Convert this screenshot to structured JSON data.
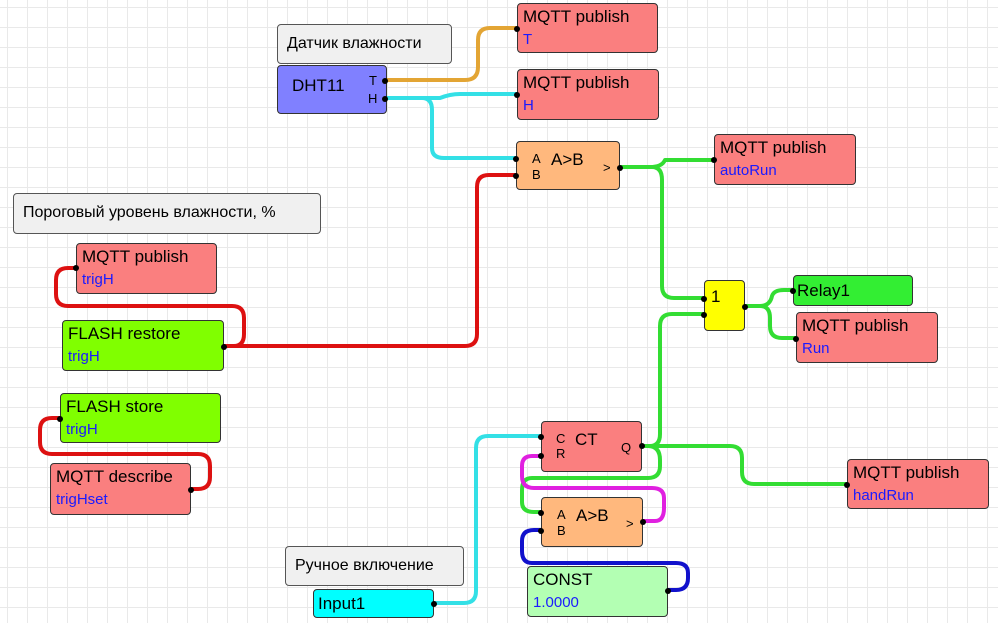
{
  "colors": {
    "orange_wire": "#e3a534",
    "cyan_wire": "#33e0e6",
    "green_wire": "#33dd33",
    "red_wire": "#dd1111",
    "magenta_wire": "#e020e0",
    "blue_wire": "#1111cc"
  },
  "notes": {
    "humidity_sensor": "Датчик влажности",
    "threshold": "Пороговый уровень влажности, %",
    "manual_on": "Ручное включение"
  },
  "dht11": {
    "label": "DHT11",
    "port_t": "T",
    "port_h": "H"
  },
  "mqtt_t": {
    "title": "MQTT publish",
    "topic": "T"
  },
  "mqtt_h": {
    "title": "MQTT publish",
    "topic": "H"
  },
  "compare1": {
    "label": "A>B",
    "port_a": "A",
    "port_b": "B",
    "port_out": ">"
  },
  "mqtt_autorun": {
    "title": "MQTT publish",
    "topic": "autoRun"
  },
  "mqtt_trigh": {
    "title": "MQTT publish",
    "topic": "trigH"
  },
  "flash_restore": {
    "title": "FLASH restore",
    "topic": "trigH"
  },
  "flash_store": {
    "title": "FLASH store",
    "topic": "trigH"
  },
  "mqtt_describe": {
    "title": "MQTT describe",
    "topic": "trigHset"
  },
  "or_gate": {
    "label": "1"
  },
  "relay": {
    "label": "Relay1"
  },
  "mqtt_run": {
    "title": "MQTT publish",
    "topic": "Run"
  },
  "counter": {
    "label": "CT",
    "port_c": "C",
    "port_r": "R",
    "port_q": "Q"
  },
  "mqtt_handrun": {
    "title": "MQTT publish",
    "topic": "handRun"
  },
  "compare2": {
    "label": "A>B",
    "port_a": "A",
    "port_b": "B",
    "port_out": ">"
  },
  "const": {
    "title": "CONST",
    "value": "1.0000"
  },
  "input": {
    "label": "Input1"
  }
}
